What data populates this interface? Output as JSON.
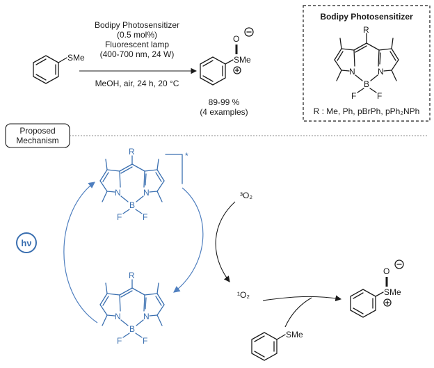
{
  "reaction": {
    "substrate_label": "SMe",
    "conditions_line1": "Bodipy Photosensitizer",
    "conditions_line2": "(0.5 mol%)",
    "conditions_line3": "Fluorescent lamp",
    "conditions_line4": "(400-700 nm, 24 W)",
    "conditions_below": "MeOH, air, 24 h, 20 °C",
    "product_label": "SMe",
    "product_o": "O",
    "yield": "89-99 %",
    "examples": "(4 examples)"
  },
  "catalyst_box": {
    "title": "Bodipy Photosensitizer",
    "r_label": "R",
    "n_label": "N",
    "b_label": "B",
    "f_label": "F",
    "r_definition": "R : Me, Ph, pBrPh, pPh₂NPh"
  },
  "mechanism": {
    "label_line1": "Proposed",
    "label_line2": "Mechanism",
    "hv": "hν",
    "excited_mark": "*",
    "triplet_o2": "³O₂",
    "singlet_o2": "¹O₂",
    "substrate_label": "SMe",
    "product_label": "SMe",
    "product_o": "O"
  },
  "colors": {
    "blue": "#3a6fb0",
    "black": "#1a1a1a"
  }
}
